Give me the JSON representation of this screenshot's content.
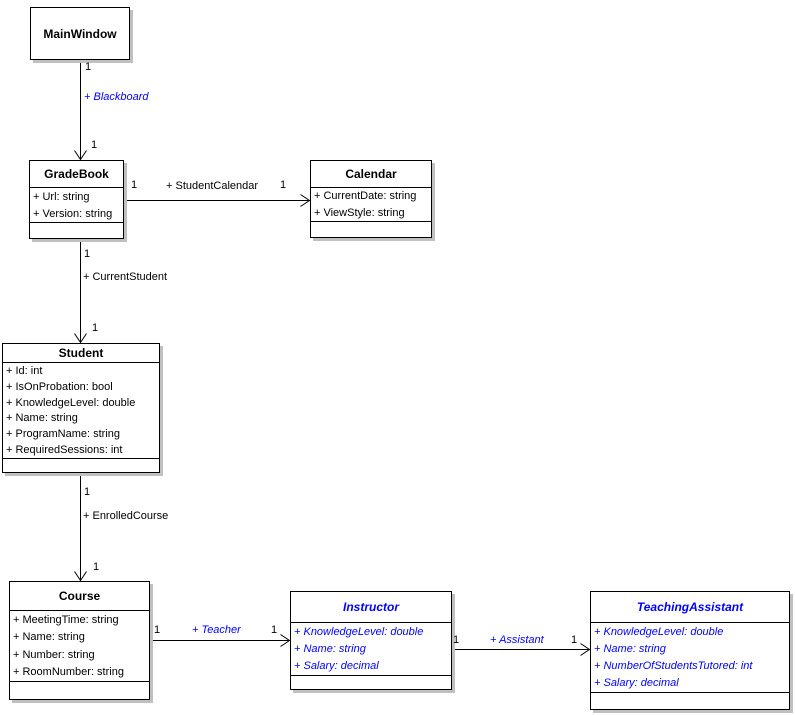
{
  "classes": [
    {
      "name": "MainWindow",
      "attributes": [],
      "member_style": "default"
    },
    {
      "name": "GradeBook",
      "attributes": [
        "+ Url: string",
        "+ Version: string"
      ],
      "member_style": "default"
    },
    {
      "name": "Calendar",
      "attributes": [
        "+ CurrentDate: string",
        "+ ViewStyle: string"
      ],
      "member_style": "default"
    },
    {
      "name": "Student",
      "attributes": [
        "+ Id: int",
        "+ IsOnProbation: bool",
        "+ KnowledgeLevel: double",
        "+ Name: string",
        "+ ProgramName: string",
        "+ RequiredSessions: int"
      ],
      "member_style": "default"
    },
    {
      "name": "Course",
      "attributes": [
        "+ MeetingTime: string",
        "+ Name: string",
        "+ Number: string",
        "+ RoomNumber: string"
      ],
      "member_style": "default"
    },
    {
      "name": "Instructor",
      "attributes": [
        "+ KnowledgeLevel: double",
        "+ Name: string",
        "+ Salary: decimal"
      ],
      "member_style": "blue-italic"
    },
    {
      "name": "TeachingAssistant",
      "attributes": [
        "+ KnowledgeLevel: double",
        "+ Name: string",
        "+ NumberOfStudentsTutored: int",
        "+ Salary: decimal"
      ],
      "member_style": "blue-italic"
    }
  ],
  "associations": [
    {
      "label": "+ Blackboard",
      "source": "MainWindow",
      "target": "GradeBook",
      "source_multiplicity": "1",
      "target_multiplicity": "1",
      "label_style": "blue-italic"
    },
    {
      "label": "+ StudentCalendar",
      "source": "GradeBook",
      "target": "Calendar",
      "source_multiplicity": "1",
      "target_multiplicity": "1",
      "label_style": "default"
    },
    {
      "label": "+ CurrentStudent",
      "source": "GradeBook",
      "target": "Student",
      "source_multiplicity": "1",
      "target_multiplicity": "1",
      "label_style": "default"
    },
    {
      "label": "+ EnrolledCourse",
      "source": "Student",
      "target": "Course",
      "source_multiplicity": "1",
      "target_multiplicity": "1",
      "label_style": "default"
    },
    {
      "label": "+ Teacher",
      "source": "Course",
      "target": "Instructor",
      "source_multiplicity": "1",
      "target_multiplicity": "1",
      "label_style": "blue-italic"
    },
    {
      "label": "+ Assistant",
      "source": "Instructor",
      "target": "TeachingAssistant",
      "source_multiplicity": "1",
      "target_multiplicity": "1",
      "label_style": "blue-italic"
    }
  ],
  "colors": {
    "background": "#ffffff",
    "class_fill": "#ffffff",
    "border": "#000000",
    "shadow": "#c0c0c0",
    "text": "#000000",
    "inherited_blue": "#0000ff"
  }
}
